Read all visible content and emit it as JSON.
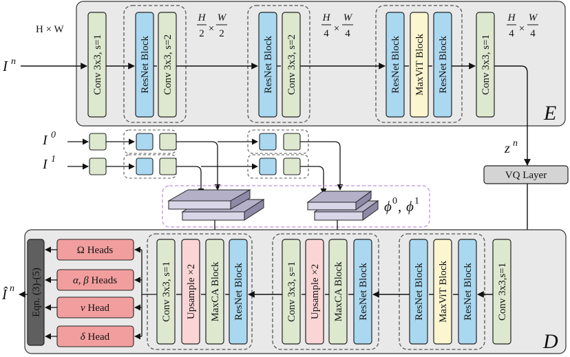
{
  "colors": {
    "panel": "#e9e9e9",
    "conv": "#dde8cf",
    "resnet": "#a9d8f0",
    "maxvit": "#fbf6cf",
    "upsample": "#fbd5d5",
    "heads": "#f29e9e",
    "vq": "#d4d4d4",
    "eqn": "#5f5f5f",
    "phi": "#b4b0c8",
    "dashed": "#c8a2e0"
  },
  "encoder": {
    "letter": "E",
    "input": "I",
    "input_sup": "n",
    "hw": "H × W",
    "blocks": {
      "conv_s1": "Conv 3x3, s=1",
      "resnet": "ResNet Block",
      "conv_s2": "Conv 3x3, s=2",
      "maxvit": "MaxViT Block"
    },
    "res_half": {
      "h": "H",
      "w": "W",
      "den": "2"
    },
    "res_quarter": {
      "h": "H",
      "w": "W",
      "den": "4"
    }
  },
  "latent": {
    "z": "z",
    "z_sup": "n"
  },
  "vq": {
    "label": "VQ Layer"
  },
  "aux_inputs": [
    {
      "base": "I",
      "sup": "0"
    },
    {
      "base": "I",
      "sup": "1"
    }
  ],
  "phi": {
    "label": "ϕ",
    "sup0": "0",
    "sep": ", ",
    "label2": "ϕ",
    "sup1": "1"
  },
  "decoder": {
    "letter": "D",
    "blocks": {
      "conv_s1": "Conv 3x3, s=1",
      "conv_s1_tight": "Conv 3x3,s=1",
      "upsample": "Upsample ×2",
      "maxca": "MaxCA Block",
      "resnet": "ResNet Block",
      "maxvit": "MaxViT Block"
    },
    "eqn": "Eqn. (3)-(5)",
    "heads": [
      {
        "sym": "Ω",
        "rest": " Heads"
      },
      {
        "sym": "α, β",
        "rest": " Heads"
      },
      {
        "sym": "v",
        "rest": " Head"
      },
      {
        "sym": "δ",
        "rest": " Head"
      }
    ],
    "output": {
      "base": "Î",
      "sup": "n"
    }
  }
}
